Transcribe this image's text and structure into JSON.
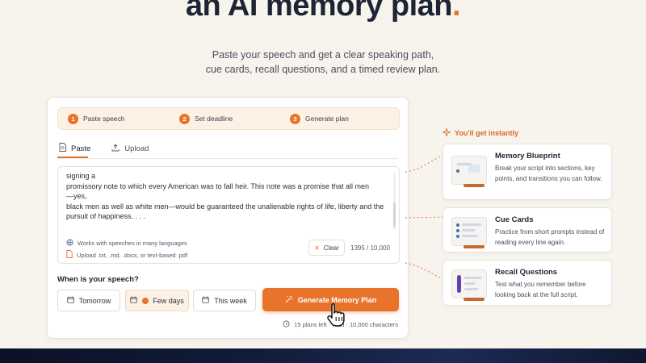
{
  "hero": {
    "headline": "an AI memory plan",
    "headline_dot": ".",
    "subtitle_line1": "Paste your speech and get a clear speaking path,",
    "subtitle_line2": "cue cards, recall questions, and a timed review plan."
  },
  "steps": [
    {
      "num": "1",
      "label": "Paste speech"
    },
    {
      "num": "2",
      "label": "Set deadline"
    },
    {
      "num": "3",
      "label": "Generate plan"
    }
  ],
  "tabs": {
    "paste": "Paste",
    "upload": "Upload"
  },
  "editor": {
    "speech_text": "signing a\npromissory note to which every American was to fall heir. This note was a promise that all men\n—yes,\nblack men as well as white men—would be guaranteed the unalienable rights of life, liberty and the\npursuit of happiness. . . .",
    "hint_languages": "Works with speeches in many languages",
    "hint_upload": "Upload .txt, .md, .docx, or text-based .pdf",
    "clear_label": "Clear",
    "counter": "1395 / 10,000"
  },
  "deadline": {
    "label": "When is your speech?",
    "options": [
      "Tomorrow",
      "Few days",
      "This week"
    ],
    "selected": "Few days"
  },
  "generate": {
    "label": "Generate Memory Plan",
    "plans_left": "15 plans left · Paid · 10,000 characters"
  },
  "instant": {
    "label": "You'll get instantly",
    "features": [
      {
        "title": "Memory Blueprint",
        "desc": "Break your script into sections, key points, and transitions you can follow."
      },
      {
        "title": "Cue Cards",
        "desc": "Practice from short prompts instead of reading every line again."
      },
      {
        "title": "Recall Questions",
        "desc": "Test what you remember before looking back at the full script."
      }
    ]
  },
  "colors": {
    "accent": "#e8742c",
    "background": "#f7f4ee"
  }
}
